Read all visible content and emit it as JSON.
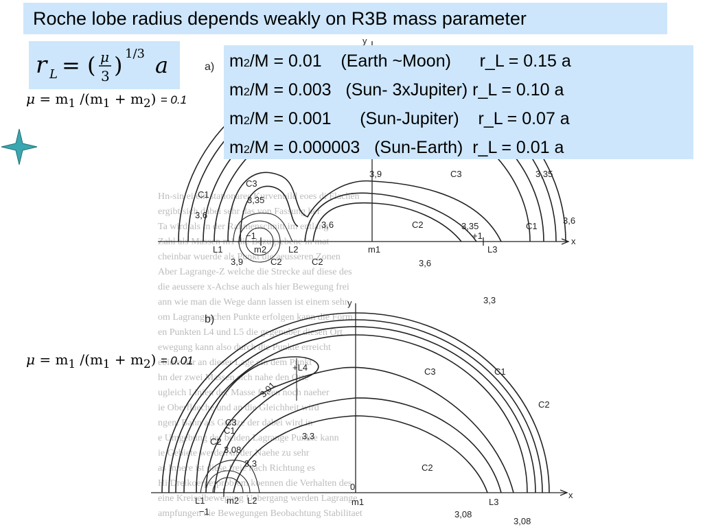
{
  "title": "Roche lobe radius  depends weakly on R3B mass parameter",
  "formula": {
    "lhs_main": "r",
    "lhs_sub": "L",
    "eq": "= (",
    "frac_num": "μ",
    "frac_den": "3",
    "close": ")",
    "exp": "1/3",
    "rhs": "a"
  },
  "examples": [
    {
      "pre": "m",
      "sub": "2",
      "post": "/M = 0.01    (Earth ~Moon)      r_L = 0.15 a"
    },
    {
      "pre": "m",
      "sub": "2",
      "post": "/M = 0.003   (Sun- 3xJupiter) r_L = 0.10 a"
    },
    {
      "pre": "m",
      "sub": "2",
      "post": "/M = 0.001      (Sun-Jupiter)    r_L = 0.07 a"
    },
    {
      "pre": "m",
      "sub": "2",
      "post": "/M = 0.000003   (Sun-Earth)  r_L = 0.01 a"
    }
  ],
  "mu_definition": {
    "mu": "μ",
    "eq": " = m",
    "s1": "1",
    "slash": " /(m",
    "s1b": "1",
    "plus": " + m",
    "s2": "2",
    "close": ")"
  },
  "panel_a": {
    "label": "a)",
    "mu_value": "= 0.1",
    "labels": {
      "C1": "C1",
      "C2": "C2",
      "C3": "C3",
      "v335": "3,35",
      "v36": "3,6",
      "v39": "3,9",
      "L1": "L1",
      "L2": "L2",
      "L3": "L3",
      "m1": "m1",
      "m2": "m2",
      "minus1": "−1",
      "plus1": "+1",
      "x": "x",
      "y": "y"
    }
  },
  "panel_b": {
    "label": "b)",
    "mu_value": "= 0.01",
    "labels": {
      "C1": "C1",
      "C2": "C2",
      "C3": "C3",
      "L4": "+L4",
      "v33": "3,3",
      "v301": "3,01",
      "v308": "3,08",
      "L1": "L1",
      "L2": "L2",
      "L3": "L3",
      "m1": "m1",
      "m2": "m2",
      "minus1": "−1",
      "zero": "0",
      "x": "x",
      "y": "y"
    }
  },
  "colors": {
    "box_bg": "#cde6fb",
    "star": "#3aa7b0"
  },
  "icons": {
    "star": "four-point-star-icon"
  }
}
